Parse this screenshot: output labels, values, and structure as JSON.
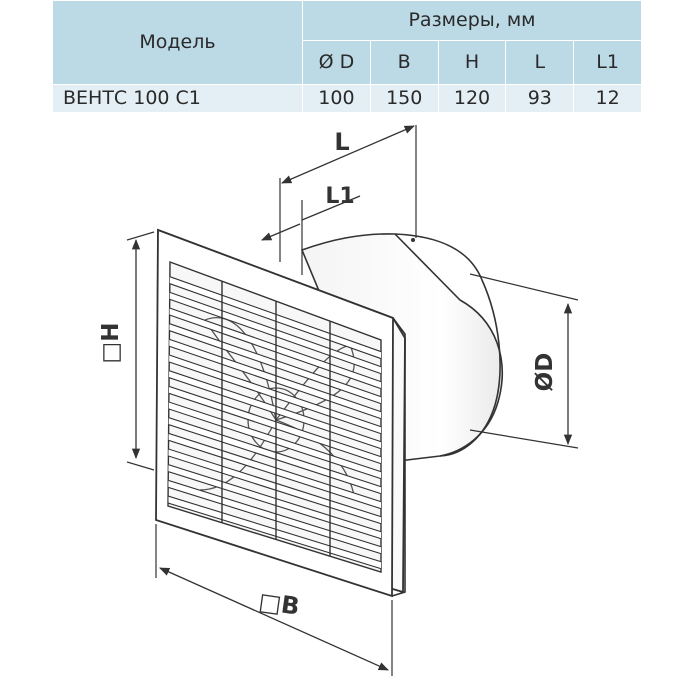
{
  "table": {
    "model_header": "Модель",
    "dimensions_header": "Размеры, мм",
    "columns": [
      "Ø D",
      "B",
      "H",
      "L",
      "L1"
    ],
    "rows": [
      {
        "model": "ВЕНТС 100 С1",
        "values": [
          "100",
          "150",
          "120",
          "93",
          "12"
        ]
      }
    ]
  },
  "drawing": {
    "labels": {
      "L": "L",
      "L1": "L1",
      "H": "□H",
      "D": "ØD",
      "B": "□B"
    }
  }
}
